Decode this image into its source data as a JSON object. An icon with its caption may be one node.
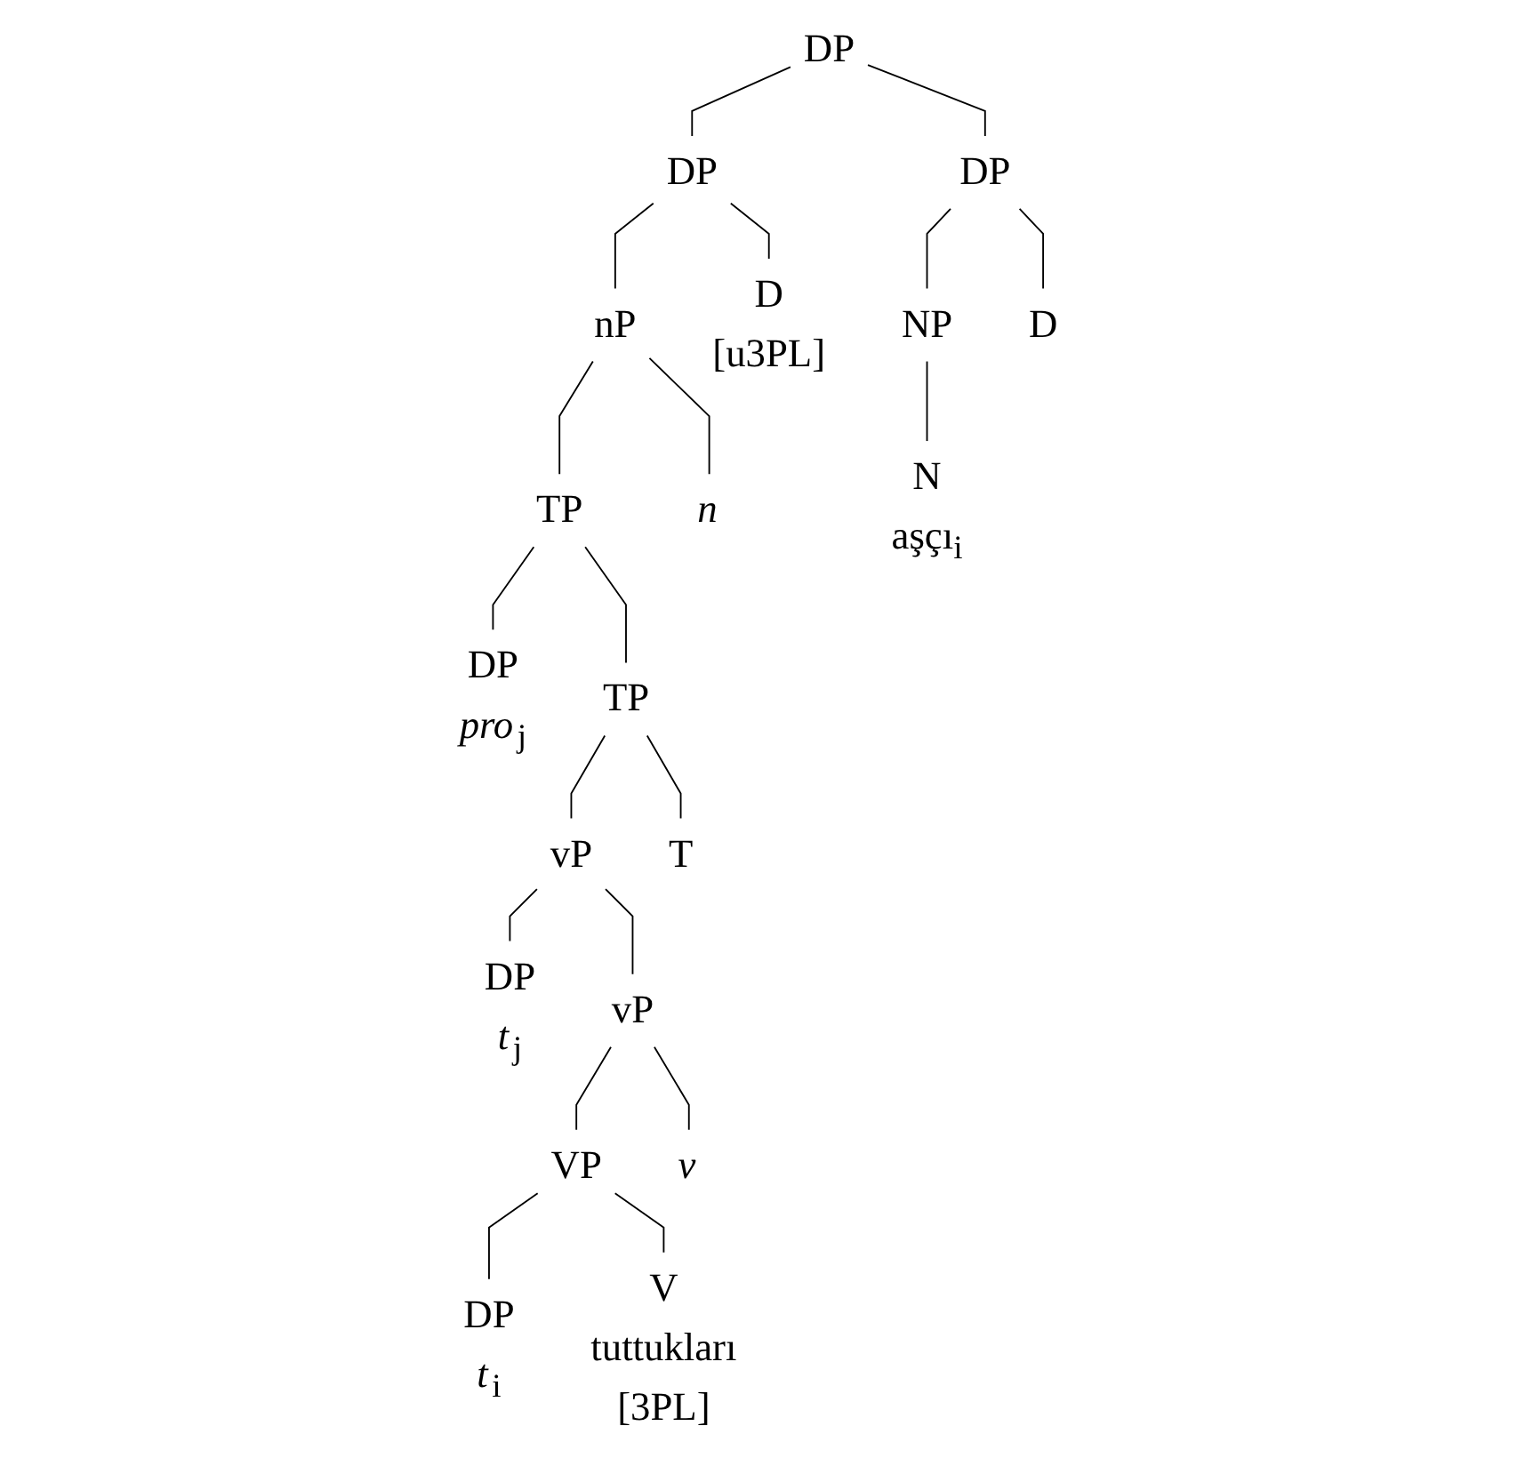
{
  "diagram": {
    "nodes": [
      {
        "text": [
          "DP"
        ]
      },
      {
        "text": [
          "DP"
        ]
      },
      {
        "text": [
          "DP"
        ]
      },
      {
        "text": [
          "nP"
        ]
      },
      {
        "text": [
          "D",
          "[u3PL]"
        ]
      },
      {
        "text": [
          "NP"
        ]
      },
      {
        "text": [
          "D"
        ]
      },
      {
        "text": [
          "TP"
        ]
      },
      {
        "text": [
          "*n*"
        ]
      },
      {
        "text": [
          "N",
          "aşçı$_{i}$"
        ]
      },
      {
        "text": [
          "DP",
          "*pro*$_{j}$"
        ]
      },
      {
        "text": [
          "TP"
        ]
      },
      {
        "text": [
          "vP"
        ]
      },
      {
        "text": [
          "T"
        ]
      },
      {
        "text": [
          "DP",
          "*t*$_{j}$"
        ]
      },
      {
        "text": [
          "vP"
        ]
      },
      {
        "text": [
          "VP"
        ]
      },
      {
        "text": [
          "*v*"
        ]
      },
      {
        "text": [
          "DP",
          "*t*$_{i}$"
        ]
      },
      {
        "text": [
          "V",
          "tuttukları",
          "[3PL]"
        ]
      }
    ],
    "edges": [
      {
        "from": 0,
        "to": 1,
        "arrow": "none"
      },
      {
        "from": 0,
        "to": 2,
        "arrow": "none"
      },
      {
        "from": 1,
        "to": 3,
        "arrow": "none"
      },
      {
        "from": 1,
        "to": 4,
        "arrow": "none"
      },
      {
        "from": 2,
        "to": 5,
        "arrow": "none"
      },
      {
        "from": 2,
        "to": 6,
        "arrow": "none"
      },
      {
        "from": 3,
        "to": 7,
        "arrow": "none"
      },
      {
        "from": 3,
        "to": 8,
        "arrow": "none"
      },
      {
        "from": 5,
        "to": 9,
        "arrow": "none"
      },
      {
        "from": 7,
        "to": 10,
        "arrow": "none"
      },
      {
        "from": 7,
        "to": 11,
        "arrow": "none"
      },
      {
        "from": 11,
        "to": 12,
        "arrow": "none"
      },
      {
        "from": 11,
        "to": 13,
        "arrow": "none"
      },
      {
        "from": 12,
        "to": 14,
        "arrow": "none"
      },
      {
        "from": 12,
        "to": 15,
        "arrow": "none"
      },
      {
        "from": 15,
        "to": 16,
        "arrow": "none"
      },
      {
        "from": 15,
        "to": 17,
        "arrow": "none"
      },
      {
        "from": 16,
        "to": 18,
        "arrow": "none"
      },
      {
        "from": 16,
        "to": 19,
        "arrow": "none"
      }
    ]
  }
}
